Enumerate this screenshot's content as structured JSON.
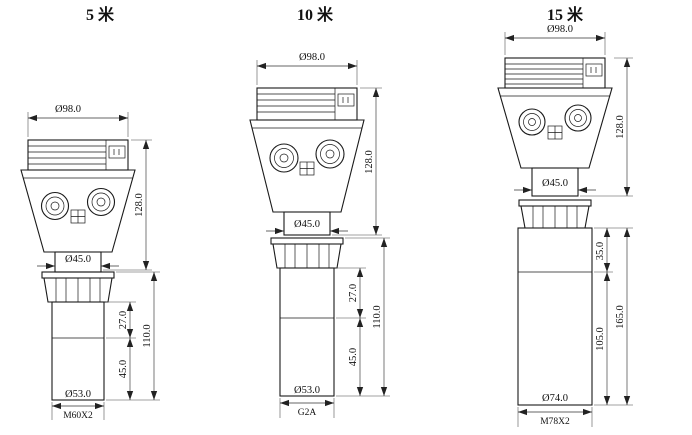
{
  "page": {
    "background": "#ffffff",
    "line_color": "#1a1a1a"
  },
  "figures": [
    {
      "title": "5 米",
      "dims": {
        "top_dia": "Ø98.0",
        "housing_h": "128.0",
        "neck_dia": "Ø45.0",
        "section_total": "110.0",
        "section_upper": "27.0",
        "section_lower": "45.0",
        "bottom_dia": "Ø53.0",
        "thread": "M60X2"
      }
    },
    {
      "title": "10 米",
      "dims": {
        "top_dia": "Ø98.0",
        "housing_h": "128.0",
        "neck_dia": "Ø45.0",
        "section_total": "110.0",
        "section_upper": "27.0",
        "section_lower": "45.0",
        "bottom_dia": "Ø53.0",
        "thread": "G2A"
      }
    },
    {
      "title": "15 米",
      "dims": {
        "top_dia": "Ø98.0",
        "housing_h": "128.0",
        "neck_dia": "Ø45.0",
        "section_total": "165.0",
        "section_upper": "35.0",
        "section_lower": "105.0",
        "bottom_dia": "Ø74.0",
        "thread": "M78X2"
      }
    }
  ]
}
